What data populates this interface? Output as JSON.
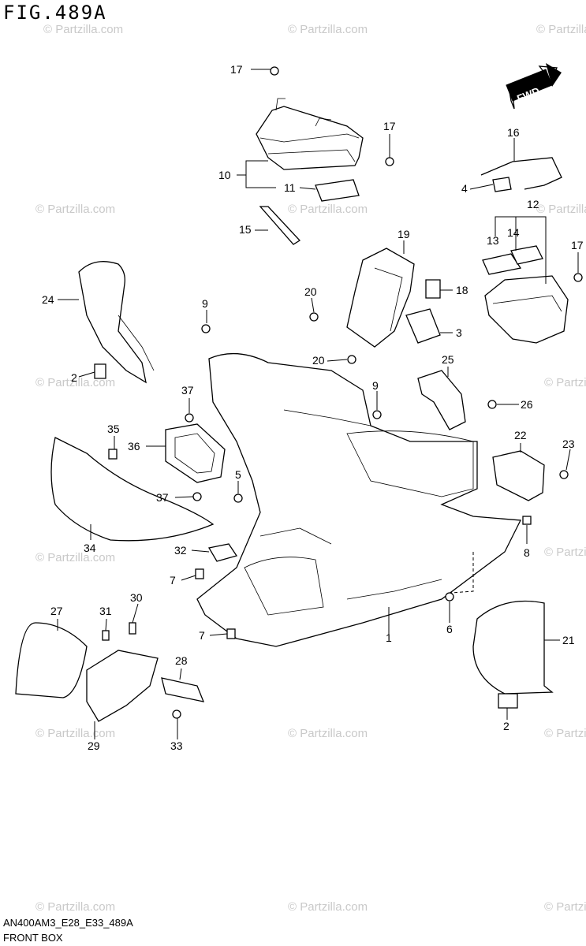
{
  "figure": {
    "title": "FIG.489A",
    "code": "AN400AM3_E28_E33_489A",
    "caption": "FRONT BOX"
  },
  "fwd_label": "FWD",
  "watermark": "© Partzilla.com",
  "callouts": [
    {
      "id": "c17a",
      "text": "17"
    },
    {
      "id": "c17b",
      "text": "17"
    },
    {
      "id": "c16",
      "text": "16"
    },
    {
      "id": "c10",
      "text": "10"
    },
    {
      "id": "c11",
      "text": "11"
    },
    {
      "id": "c4",
      "text": "4"
    },
    {
      "id": "c12",
      "text": "12"
    },
    {
      "id": "c15",
      "text": "15"
    },
    {
      "id": "c19",
      "text": "19"
    },
    {
      "id": "c13",
      "text": "13"
    },
    {
      "id": "c14",
      "text": "14"
    },
    {
      "id": "c17c",
      "text": "17"
    },
    {
      "id": "c24",
      "text": "24"
    },
    {
      "id": "c20a",
      "text": "20"
    },
    {
      "id": "c18",
      "text": "18"
    },
    {
      "id": "c9a",
      "text": "9"
    },
    {
      "id": "c3",
      "text": "3"
    },
    {
      "id": "c20b",
      "text": "20"
    },
    {
      "id": "c25",
      "text": "25"
    },
    {
      "id": "c2a",
      "text": "2"
    },
    {
      "id": "c37a",
      "text": "37"
    },
    {
      "id": "c9b",
      "text": "9"
    },
    {
      "id": "c26",
      "text": "26"
    },
    {
      "id": "c35",
      "text": "35"
    },
    {
      "id": "c22",
      "text": "22"
    },
    {
      "id": "c36",
      "text": "36"
    },
    {
      "id": "c23",
      "text": "23"
    },
    {
      "id": "c5",
      "text": "5"
    },
    {
      "id": "c37b",
      "text": "37"
    },
    {
      "id": "c34",
      "text": "34"
    },
    {
      "id": "c32",
      "text": "32"
    },
    {
      "id": "c8",
      "text": "8"
    },
    {
      "id": "c7a",
      "text": "7"
    },
    {
      "id": "c30",
      "text": "30"
    },
    {
      "id": "c27",
      "text": "27"
    },
    {
      "id": "c31",
      "text": "31"
    },
    {
      "id": "c1",
      "text": "1"
    },
    {
      "id": "c6",
      "text": "6"
    },
    {
      "id": "c7b",
      "text": "7"
    },
    {
      "id": "c21",
      "text": "21"
    },
    {
      "id": "c28",
      "text": "28"
    },
    {
      "id": "c29",
      "text": "29"
    },
    {
      "id": "c33",
      "text": "33"
    },
    {
      "id": "c2b",
      "text": "2"
    }
  ]
}
